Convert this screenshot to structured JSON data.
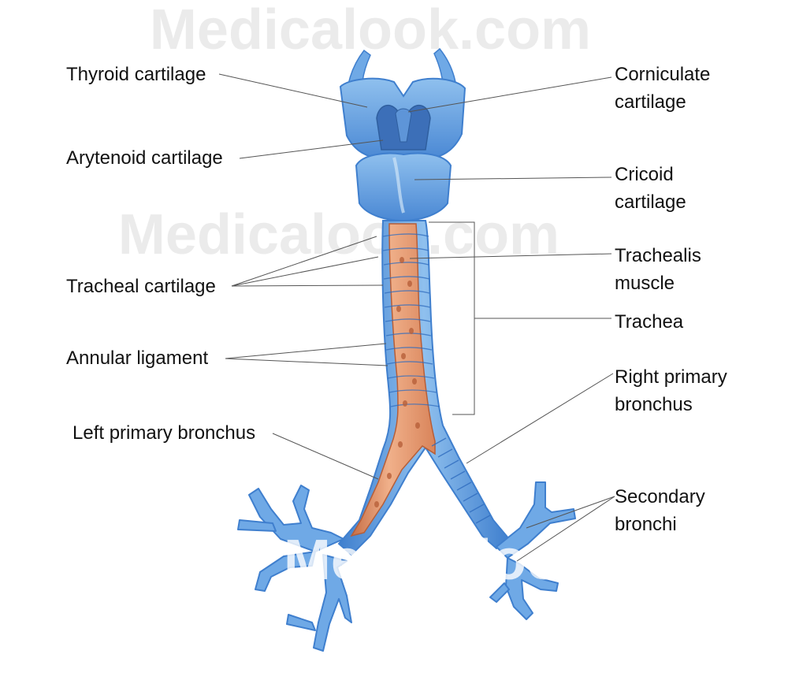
{
  "watermark": "Medicalook.com",
  "colors": {
    "cartilage": "#6fa9e6",
    "cartilage_dark": "#3f7fce",
    "cartilage_light": "#a9cdf1",
    "muscle": "#e79a6e",
    "muscle_dark": "#c86f47",
    "leader": "#555555"
  },
  "labels": {
    "thyroid_cartilage": "Thyroid cartilage",
    "arytenoid_cartilage": "Arytenoid cartilage",
    "tracheal_cartilage": "Tracheal cartilage",
    "annular_ligament": "Annular ligament",
    "left_primary_bronchus": "Left primary bronchus",
    "corniculate_cartilage": [
      "Corniculate",
      "cartilage"
    ],
    "cricoid_cartilage": [
      "Cricoid",
      "cartilage"
    ],
    "trachealis_muscle": [
      "Trachealis",
      "muscle"
    ],
    "trachea": "Trachea",
    "right_primary_bronchus": [
      "Right primary",
      "bronchus"
    ],
    "secondary_bronchi": [
      "Secondary",
      "bronchi"
    ]
  }
}
